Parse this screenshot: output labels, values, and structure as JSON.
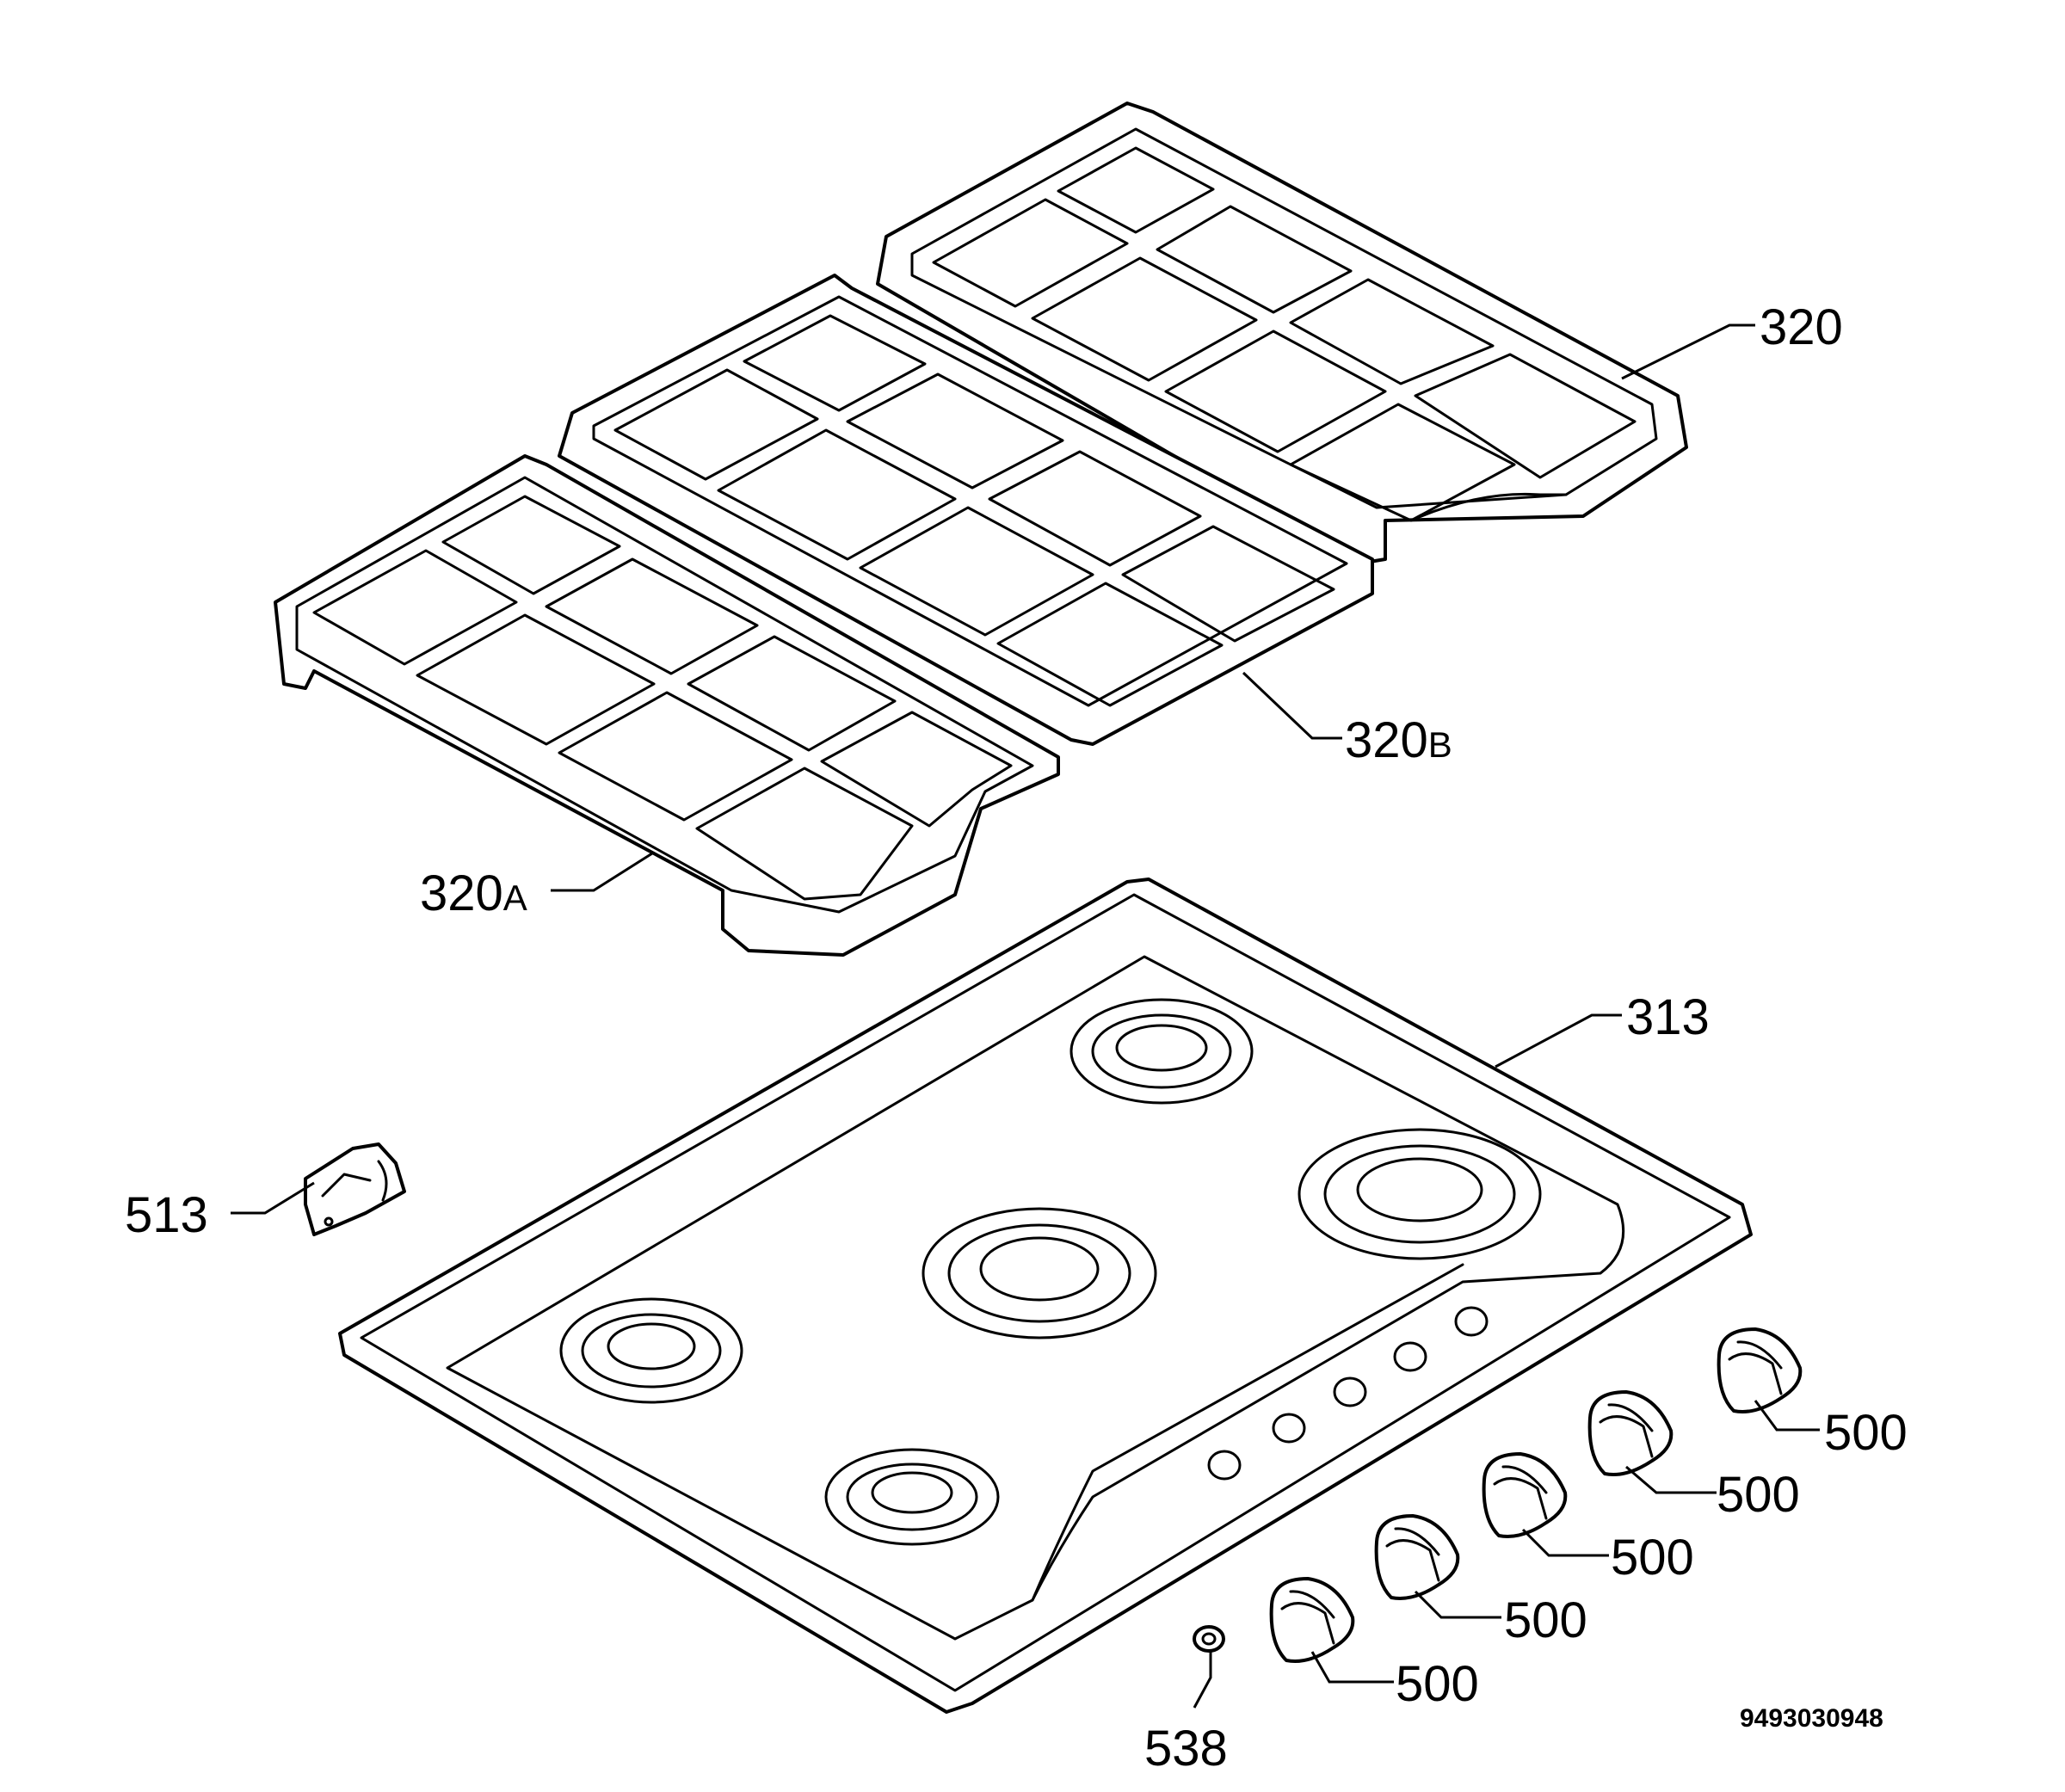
{
  "labels": {
    "grid_right": "320",
    "grid_middle_num": "320",
    "grid_middle_suffix": "B",
    "grid_left_num": "320",
    "grid_left_suffix": "A",
    "hob": "313",
    "clip": "513",
    "knob_1": "500",
    "knob_2": "500",
    "knob_3": "500",
    "knob_4": "500",
    "knob_5": "500",
    "spring": "538"
  },
  "drawing_code": "9493030948"
}
